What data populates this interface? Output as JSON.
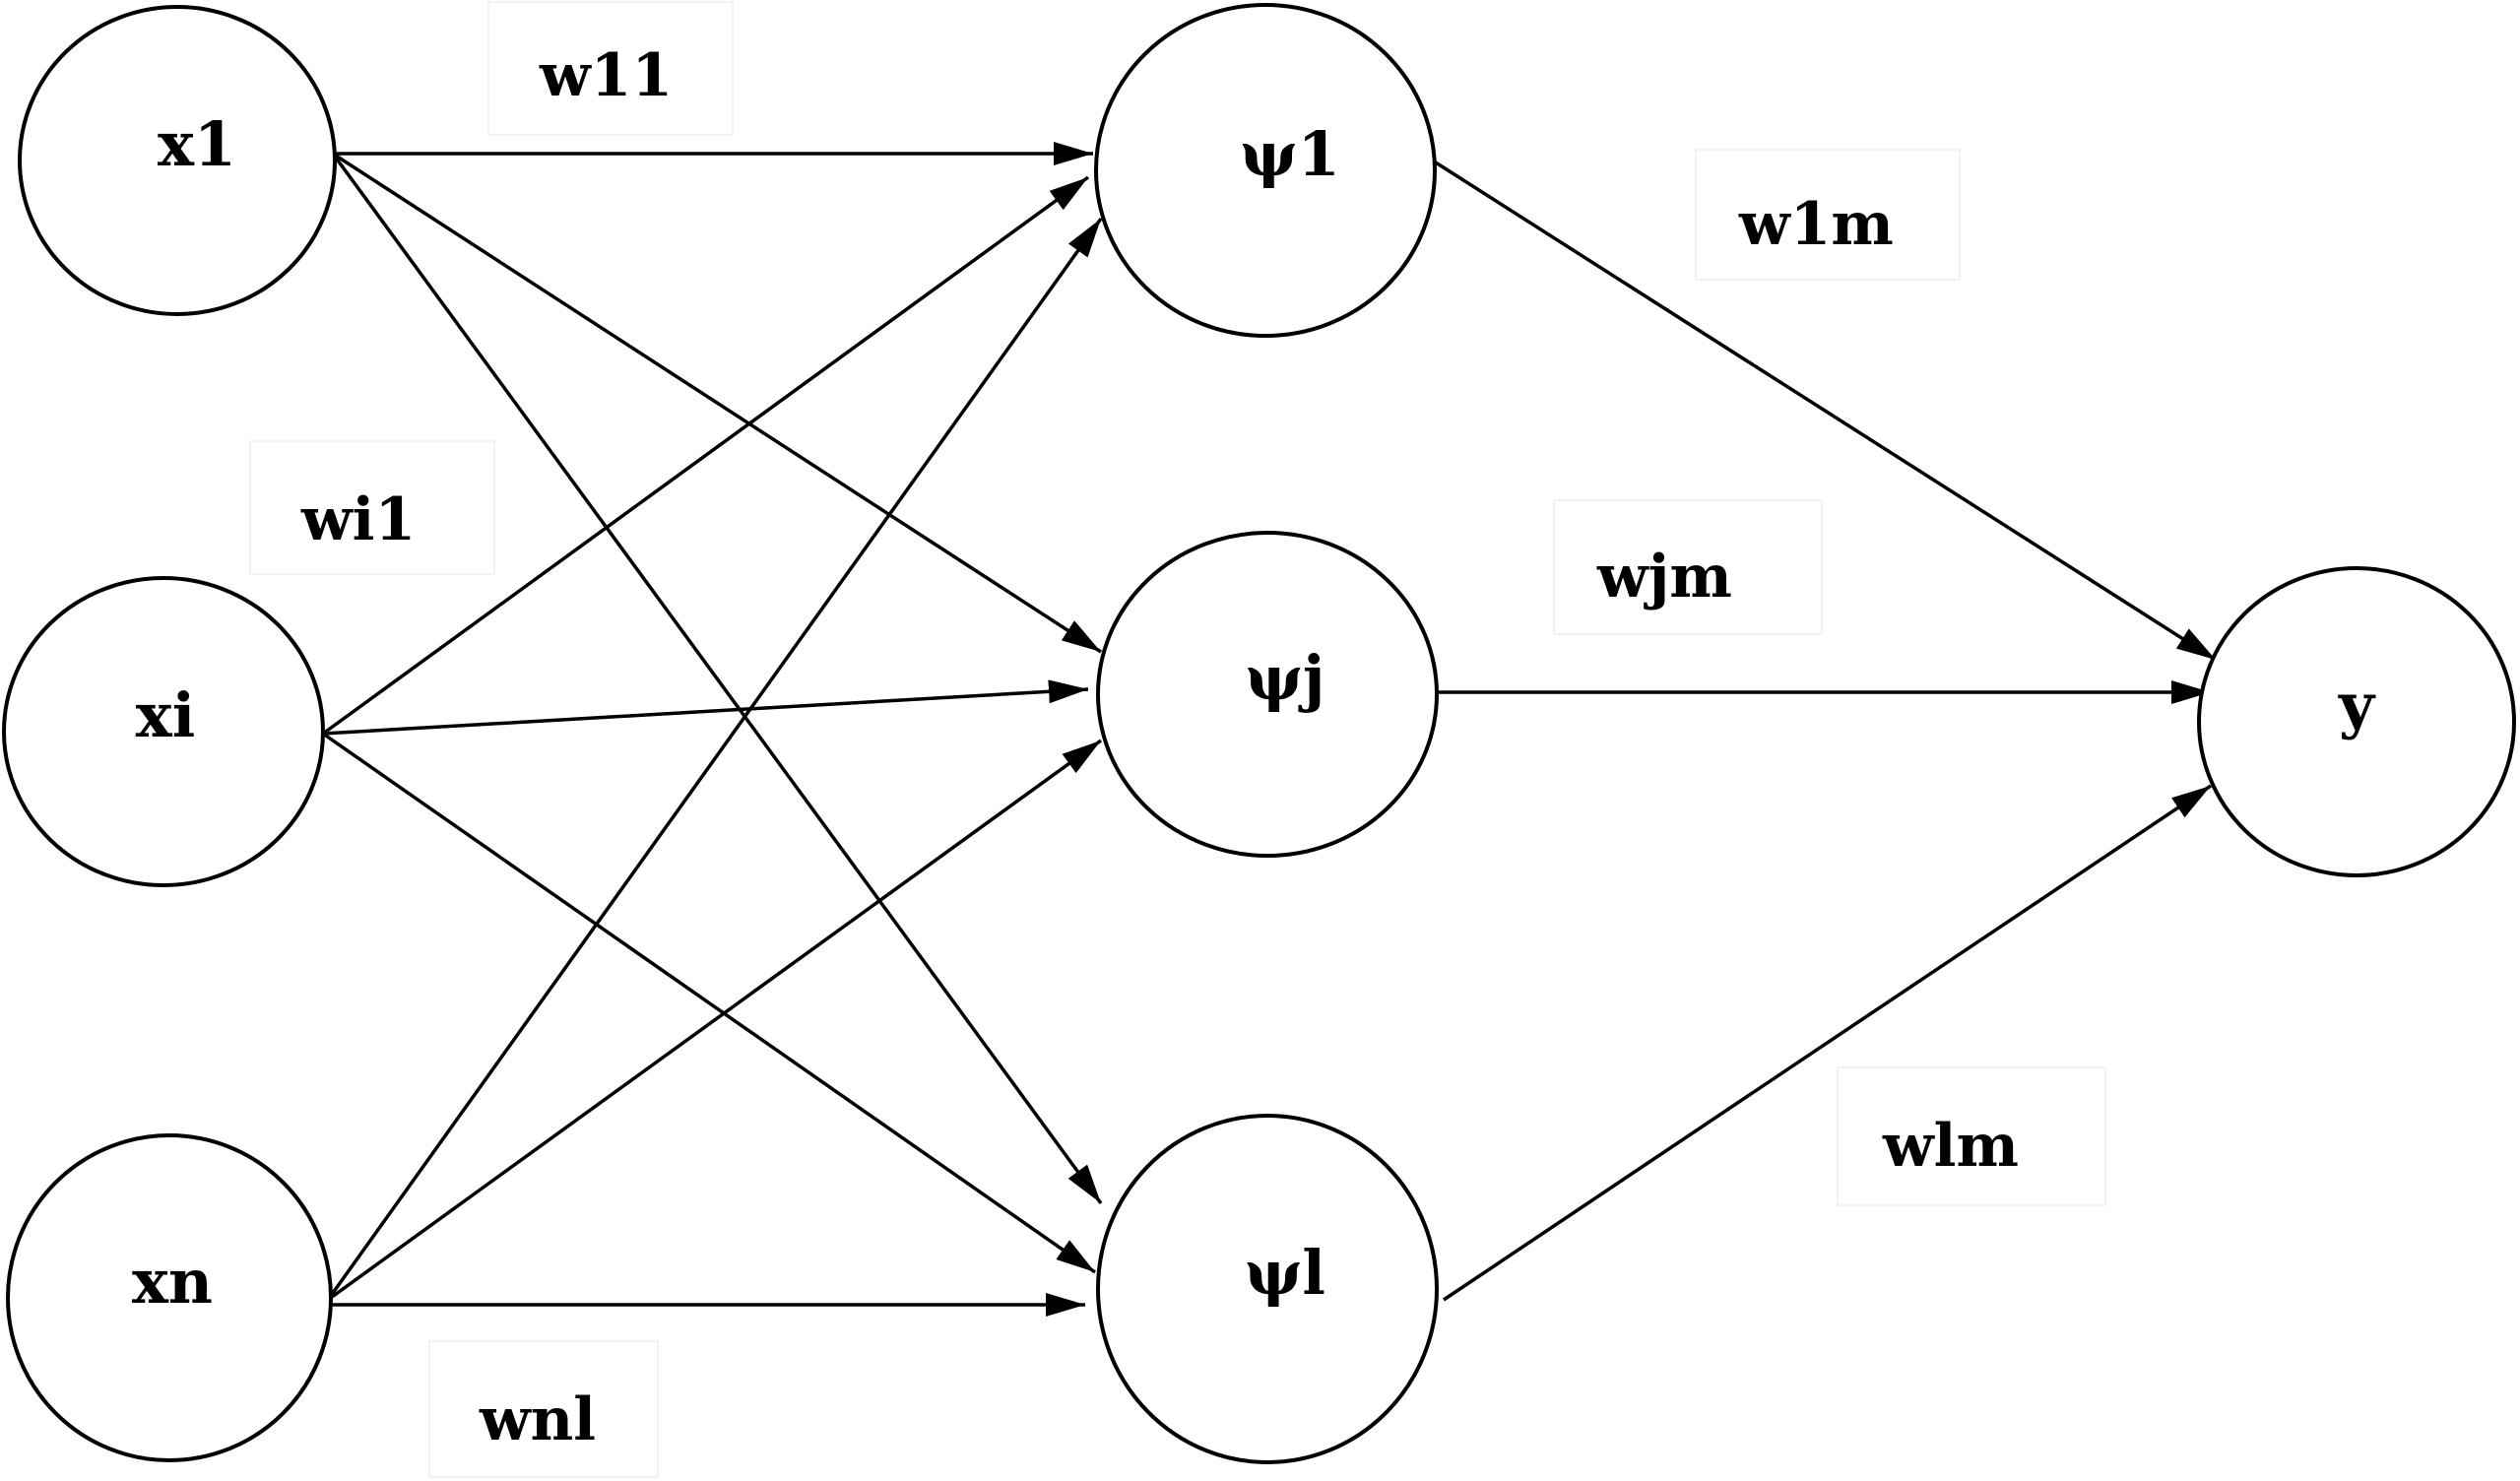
{
  "nodes": {
    "x1": "x1",
    "xi": "xi",
    "xn": "xn",
    "psi1": "ψ1",
    "psij": "ψj",
    "psil": "ψl",
    "y": "y"
  },
  "weights": {
    "w11": "w11",
    "wi1": "wi1",
    "wnl": "wnl",
    "w1m": "w1m",
    "wjm": "wjm",
    "wlm": "wlm"
  }
}
